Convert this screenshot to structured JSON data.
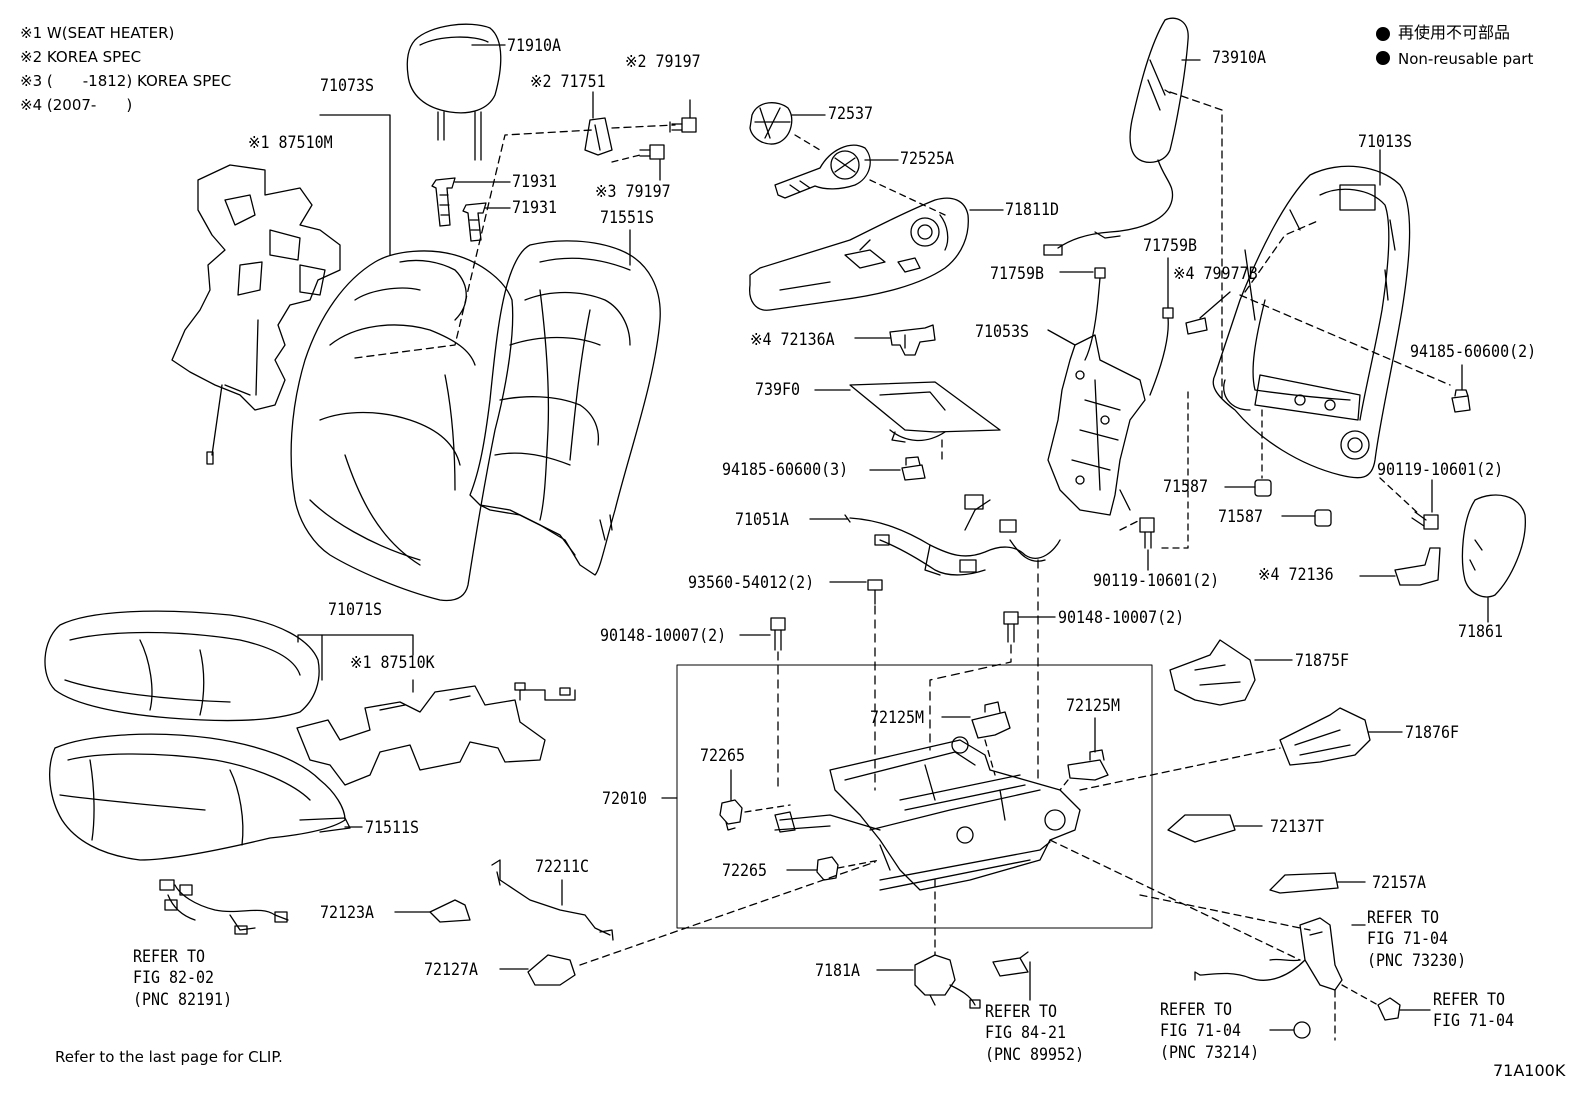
{
  "notes": {
    "n1": "※1 W(SEAT HEATER)",
    "n2": "※2 KOREA SPEC",
    "n3": "※3 (　　-1812) KOREA SPEC",
    "n4": "※4 (2007-　　)",
    "legend_jp": "再使用不可部品",
    "legend_en": "Non-reusable part",
    "footer": "Refer to the last page for CLIP.",
    "figure_code": "71A100K"
  },
  "labels": {
    "p71910A": "71910A",
    "p79197a": "※2 79197",
    "p71751": "※2 71751",
    "p71073S": "71073S",
    "p87510M": "※1 87510M",
    "p71931a": "71931",
    "p71931b": "71931",
    "p79197b": "※3 79197",
    "p71551S": "71551S",
    "p72537": "72537",
    "p72525A": "72525A",
    "p71811D": "71811D",
    "p73910A": "73910A",
    "p71013S": "71013S",
    "p71759Ba": "71759B",
    "p71759Bb": "71759B",
    "p79977B": "※4 79977B",
    "p72136A": "※4 72136A",
    "p71053S": "71053S",
    "p94185a": "94185-60600(2)",
    "p739F0": "739F0",
    "p94185b": "94185-60600(3)",
    "p71587a": "71587",
    "p90119a": "90119-10601(2)",
    "p71587b": "71587",
    "p71051A": "71051A",
    "p90119b": "90119-10601(2)",
    "p72136": "※4 72136",
    "p93560": "93560-54012(2)",
    "p71861": "71861",
    "p90148a": "90148-10007(2)",
    "p90148b": "90148-10007(2)",
    "p71071S": "71071S",
    "p87510K": "※1 87510K",
    "p71875F": "71875F",
    "p72125Ma": "72125M",
    "p72125Mb": "72125M",
    "p71876F": "71876F",
    "p72265a": "72265",
    "p72010": "72010",
    "p72137T": "72137T",
    "p71511S": "71511S",
    "p72211C": "72211C",
    "p72265b": "72265",
    "p72157A": "72157A",
    "p72123A": "72123A",
    "p72127A": "72127A",
    "p7181A": "7181A",
    "ref1a": "REFER TO",
    "ref1b": "FIG 82-02",
    "ref1c": "(PNC 82191)",
    "ref2a": "REFER TO",
    "ref2b": "FIG 84-21",
    "ref2c": "(PNC 89952)",
    "ref3a": "REFER TO",
    "ref3b": "FIG 71-04",
    "ref3c": "(PNC 73214)",
    "ref4a": "REFER TO",
    "ref4b": "FIG 71-04",
    "ref4c": "(PNC 73230)",
    "ref5a": "REFER TO",
    "ref5b": "FIG 71-04"
  }
}
